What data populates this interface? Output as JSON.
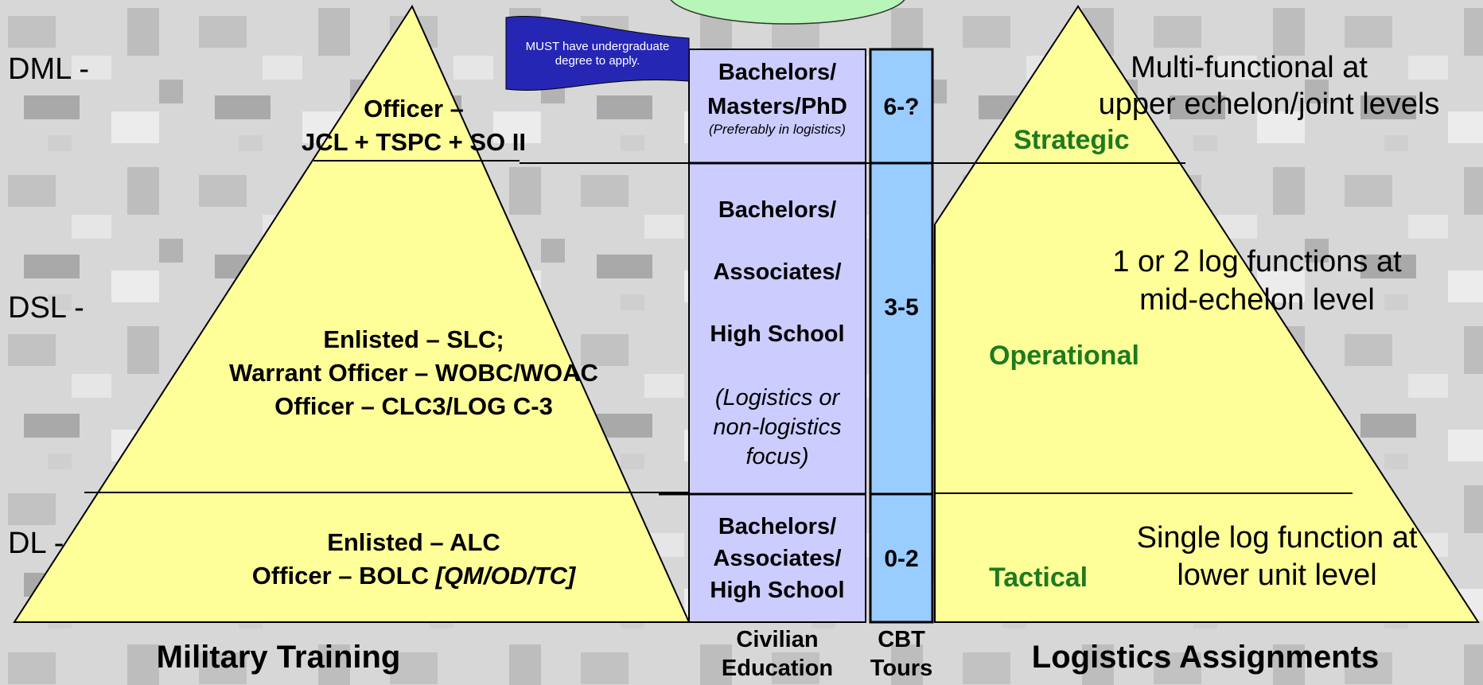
{
  "colors": {
    "pyramid_fill": "#ffff99",
    "civ_column": "#ccccff",
    "tours_column": "#99ccff",
    "flag": "#2626b4",
    "cloud": "#b8f5b8",
    "level_green": "#1f7a1f"
  },
  "left_levels": {
    "dml": "DML -",
    "dsl": "DSL -",
    "dl": "DL -"
  },
  "military_training": {
    "title": "Military Training",
    "top_line1": "Officer –",
    "top_line2": "JCL + TSPC + SO II",
    "middle_line1": "Enlisted – SLC;",
    "middle_line2": "Warrant Officer – WOBC/WOAC",
    "middle_line3": "Officer – CLC3/LOG C-3",
    "bottom_line1": "Enlisted – ALC",
    "bottom_line2_prefix": "Officer – BOLC ",
    "bottom_line2_italic": "[QM/OD/TC]"
  },
  "flag_note": {
    "line1": "MUST have undergraduate",
    "line2": "degree to apply."
  },
  "civilian_education": {
    "header_line1": "Civilian",
    "header_line2": "Education",
    "top": {
      "line1": "Bachelors/",
      "line2": "Masters/PhD",
      "note": "(Preferably in logistics)"
    },
    "middle": {
      "line1": "Bachelors/",
      "line2": "Associates/",
      "line3": "High School",
      "note1": "(Logistics or",
      "note2": "non-logistics",
      "note3": "focus)"
    },
    "bottom": {
      "line1": "Bachelors/",
      "line2": "Associates/",
      "line3": "High School"
    }
  },
  "cbt_tours": {
    "header_line1": "CBT",
    "header_line2": "Tours",
    "top": "6-?",
    "middle": "3-5",
    "bottom": "0-2"
  },
  "logistics_assignments": {
    "title": "Logistics Assignments",
    "strategic": "Strategic",
    "operational": "Operational",
    "tactical": "Tactical",
    "top_line1": "Multi-functional at",
    "top_line2": "upper echelon/joint levels",
    "middle_line1": "1 or 2 log functions at",
    "middle_line2": "mid-echelon level",
    "bottom_line1": "Single log function at",
    "bottom_line2": "lower unit level"
  }
}
